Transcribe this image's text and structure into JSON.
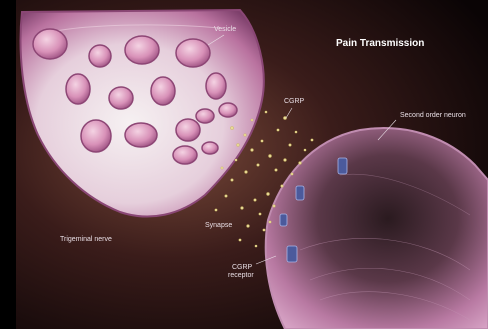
{
  "title": "Pain Transmission",
  "labels": {
    "vesicle": "Vesicle",
    "cgrp": "CGRP",
    "second_order_neuron": "Second order neuron",
    "synapse": "Synapse",
    "trigeminal_nerve": "Trigeminal nerve",
    "cgrp_receptor_line1": "CGRP",
    "cgrp_receptor_line2": "receptor"
  },
  "colors": {
    "background": "#120809",
    "membrane": "#c07aa8",
    "membrane_dark": "#7a3f66",
    "vesicle": "#e7a8c9",
    "particles": "#e8dc8c",
    "receptor": "#4b5a9c"
  }
}
